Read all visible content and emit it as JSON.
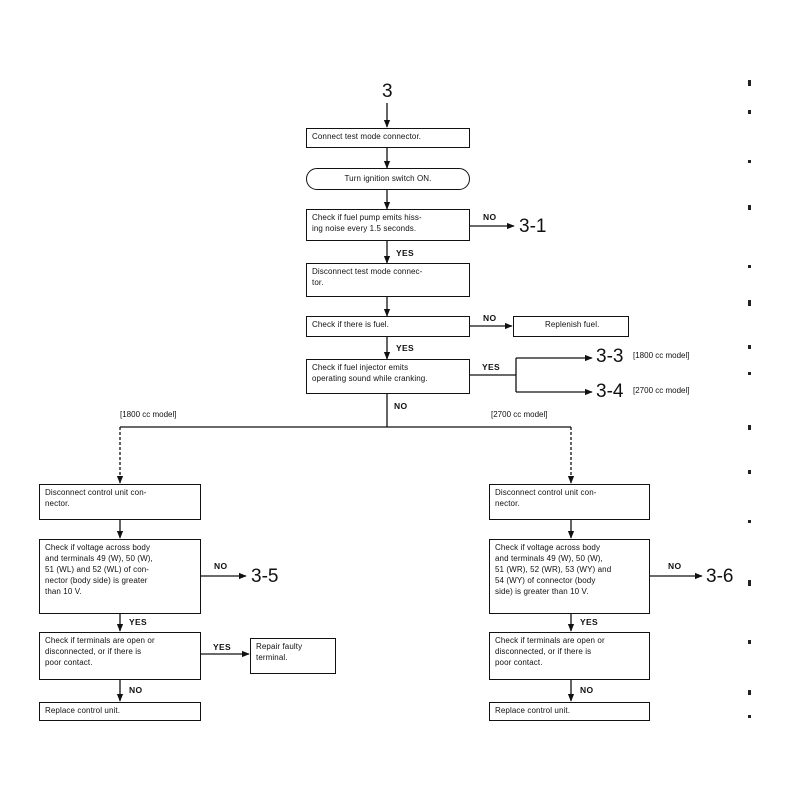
{
  "start": {
    "label": "3"
  },
  "steps": {
    "connect": "Connect test mode connector.",
    "ignition": "Turn ignition switch ON.",
    "fuel_pump": [
      "Check if fuel pump emits hiss-",
      "ing noise every 1.5 seconds."
    ],
    "disconnect_test": [
      "Disconnect test mode connec-",
      "tor."
    ],
    "fuel_check": "Check if there is fuel.",
    "replenish": "Replenish fuel.",
    "injector": [
      "Check if fuel injector emits",
      "operating sound while cranking."
    ],
    "left_disconnect": [
      "Disconnect control unit con-",
      "nector."
    ],
    "left_voltage": [
      "Check if voltage across body",
      "and terminals 49 (W), 50 (W),",
      "51 (WL) and 52 (WL) of con-",
      "nector (body side) is greater",
      "than 10 V."
    ],
    "left_terminals": [
      "Check if terminals are open or",
      "disconnected, or if there is",
      "poor contact."
    ],
    "repair": [
      "Repair faulty",
      "terminal."
    ],
    "left_replace": "Replace control unit.",
    "right_disconnect": [
      "Disconnect control unit con-",
      "nector."
    ],
    "right_voltage": [
      "Check if voltage across body",
      "and terminals 49 (W), 50 (W),",
      "51 (WR), 52 (WR), 53 (WY) and",
      "54 (WY) of connector (body",
      "side) is greater than 10 V."
    ],
    "right_terminals": [
      "Check if terminals are open or",
      "disconnected, or if there is",
      "poor contact."
    ],
    "right_replace": "Replace control unit."
  },
  "branch_labels": {
    "no_1": "NO",
    "yes_1": "YES",
    "no_2": "NO",
    "yes_2": "YES",
    "yes_3": "YES",
    "no_3": "NO",
    "no_left": "NO",
    "yes_left": "YES",
    "yes_repair": "YES",
    "no_left_2": "NO",
    "no_right": "NO",
    "yes_right": "YES",
    "no_right_2": "NO"
  },
  "targets": {
    "t31": "3-1",
    "t33": "3-3",
    "t34": "3-4",
    "t35": "3-5",
    "t36": "3-6"
  },
  "notes": {
    "n1800_right": "[1800 cc model]",
    "n2700_right": "[2700 cc model]",
    "n1800_left": "[1800 cc model]",
    "n2700_mid": "[2700 cc model]"
  }
}
